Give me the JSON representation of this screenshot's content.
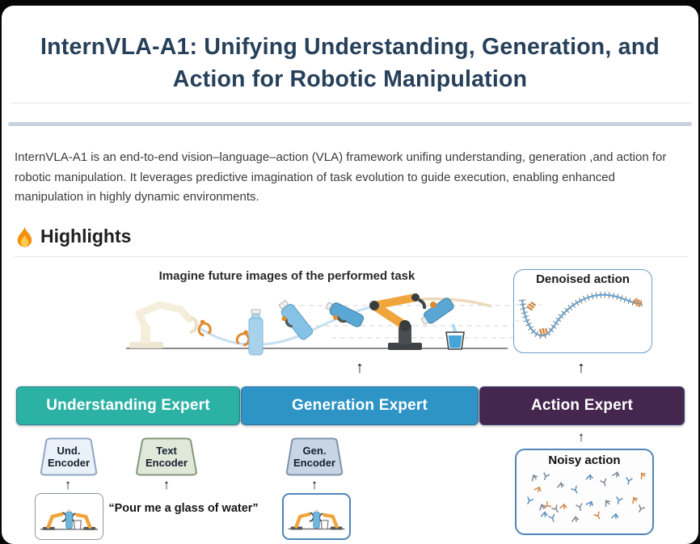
{
  "header": {
    "title_line1": "InternVLA-A1: Unifying Understanding, Generation, and",
    "title_line2": "Action for Robotic Manipulation"
  },
  "intro": {
    "text": "InternVLA-A1 is an end-to-end vision–language–action (VLA) framework unifing understanding, generation ,and action for robotic manipulation. It leverages predictive imagination of task evolution to guide execution, enabling enhanced manipulation in highly dynamic environments."
  },
  "highlights": {
    "heading": "Highlights",
    "icon": "flame-icon"
  },
  "icons": {
    "up_arrow": "↑",
    "flame": "🔥"
  },
  "figure": {
    "imagine_caption": "Imagine future images of the performed task",
    "denoised_box": {
      "title": "Denoised action",
      "border_color": "#6b9dc6"
    },
    "noisy_box": {
      "title": "Noisy action",
      "border_color": "#4e86ba"
    },
    "experts": [
      {
        "label": "Understanding Expert",
        "color": "#2cb2a5"
      },
      {
        "label": "Generation Expert",
        "color": "#2e94c5"
      },
      {
        "label": "Action Expert",
        "color": "#44264e"
      }
    ],
    "encoders": [
      {
        "line1": "Und.",
        "line2": "Encoder",
        "fill": "#ebf1f8",
        "border": "#8fa6c5"
      },
      {
        "line1": "Text",
        "line2": "Encoder",
        "fill": "#e0e8da",
        "border": "#87957c"
      },
      {
        "line1": "Gen.",
        "line2": "Encoder",
        "fill": "#c7d5e5",
        "border": "#7f94ad"
      }
    ],
    "instruction": "“Pour me a glass of water”"
  }
}
